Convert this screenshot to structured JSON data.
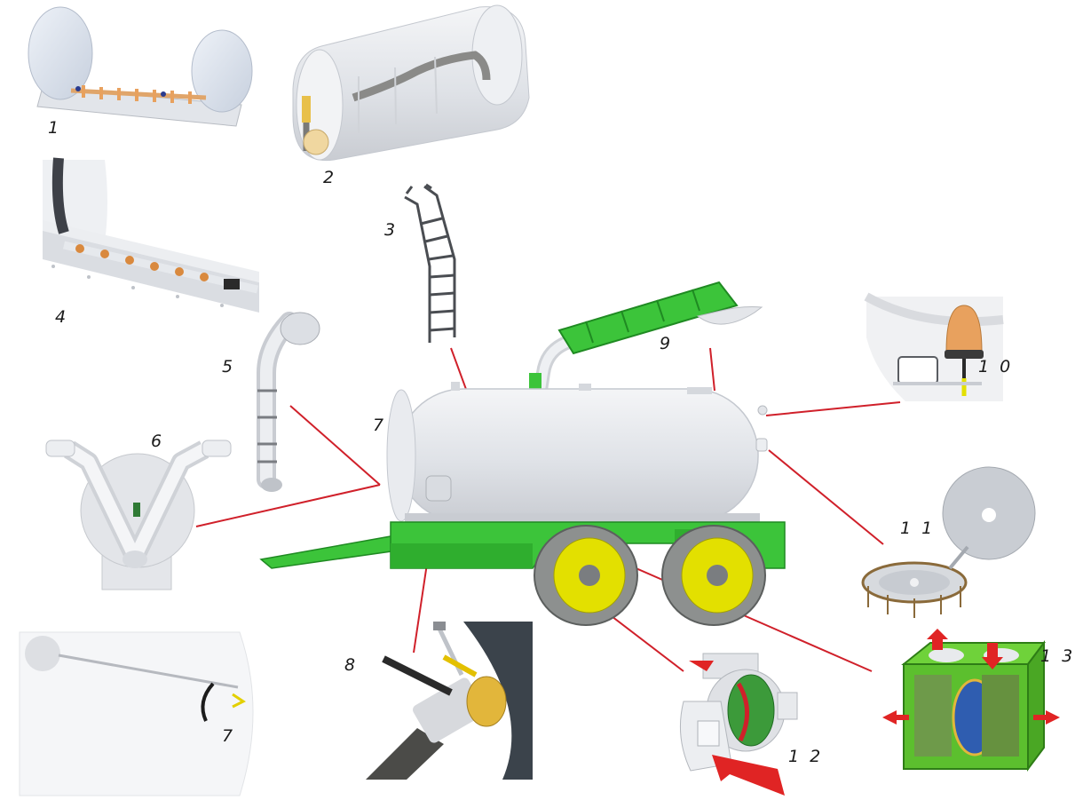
{
  "callouts": {
    "c1": "1",
    "c2": "2",
    "c3": "3",
    "c4": "4",
    "c5": "5",
    "c6": "6",
    "c7a": "7",
    "c7b": "7",
    "c8": "8",
    "c9": "9",
    "c10": "1 0",
    "c11": "1 1",
    "c12": "1 2",
    "c13": "1 3"
  },
  "colors": {
    "leader_line": "#d0202a",
    "frame_green": "#3cc43a",
    "wheel_yellow": "#e3e000",
    "tank_grey": "#e6e8ec",
    "arrow_red": "#e02424"
  }
}
